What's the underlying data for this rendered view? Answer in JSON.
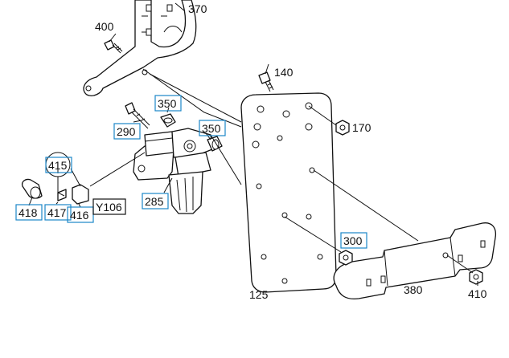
{
  "labels": {
    "l400": "400",
    "l370": "370",
    "l140": "140",
    "l350a": "350",
    "l350b": "350",
    "l290": "290",
    "l170": "170",
    "l415": "415",
    "l418": "418",
    "l417": "417",
    "l416": "416",
    "lY106": "Y106",
    "l285": "285",
    "l300": "300",
    "l125": "125",
    "l380": "380",
    "l410": "410"
  },
  "colors": {
    "callout_box": "#1b87c9",
    "line": "#111111",
    "background": "#ffffff"
  }
}
